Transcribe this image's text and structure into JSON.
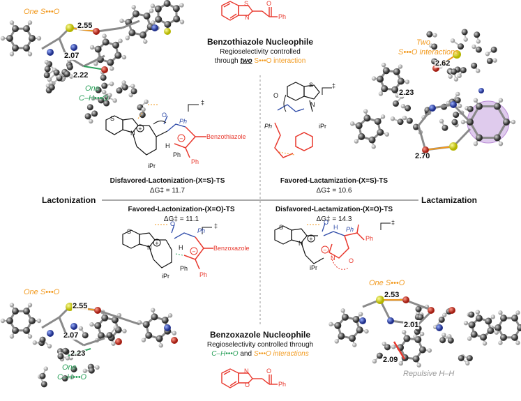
{
  "colors": {
    "orange": "#f29a1f",
    "green": "#2aa05a",
    "red": "#e8372c",
    "blue": "#2d4aa8",
    "gray": "#999999",
    "purple": "#b98bd6",
    "sulfur": "#e5e52a",
    "oxygen": "#e23a2a",
    "nitrogen": "#3b55c8"
  },
  "top_center": {
    "nucleophile_title": "Benzothiazole Nucleophile",
    "subtitle_line1": "Regioselectivity controlled",
    "subtitle_line2_prefix": "through ",
    "subtitle_line2_emph": "two",
    "subtitle_line2_suffix": " S•••O interaction",
    "struct_ph": "Ph",
    "struct_o": "O",
    "struct_s": "S",
    "struct_n": "N"
  },
  "bottom_center": {
    "nucleophile_title": "Benzoxazole Nucleophile",
    "subtitle_line1": "Regioselectivity controlled through",
    "subtitle_line2_a": "C–H•••O",
    "subtitle_line2_mid": " and ",
    "subtitle_line2_b": "S•••O interactions",
    "struct_ph": "Ph",
    "struct_o": "O",
    "struct_n": "N"
  },
  "top_left": {
    "interaction1": "One S•••O",
    "interaction2_line1": "One",
    "interaction2_line2": "C–H•••O",
    "d1": "2.55",
    "d2": "2.07",
    "d3": "2.22",
    "ts_name": "Disfavored-Lactonization-(X=S)-TS",
    "dg": "ΔG‡ = 11.7",
    "struct_label": "Benzothiazole",
    "struct_ph1": "Ph",
    "struct_ph2": "Ph",
    "struct_ph3": "Ph",
    "struct_ipr": "iPr",
    "struct_h": "H",
    "ddagger": "‡"
  },
  "top_right": {
    "interaction_line1": "Two",
    "interaction_line2": "S•••O interactions",
    "d1": "2.62",
    "d2": "2.23",
    "d3": "2.70",
    "ts_name": "Favored-Lactamization-(X=S)-TS",
    "dg": "ΔG‡ = 10.6",
    "struct_ph": "Ph",
    "struct_ipr": "iPr",
    "struct_s": "S",
    "struct_n": "N",
    "struct_o": "O",
    "ddagger": "‡"
  },
  "middle": {
    "left_label": "Lactonization",
    "right_label": "Lactamization"
  },
  "bottom_left": {
    "ts_name": "Favored-Lactonization-(X=O)-TS",
    "dg": "ΔG‡ = 11.1",
    "interaction1": "One S•••O",
    "interaction2_line1": "One",
    "interaction2_line2": "C–H•••O",
    "d1": "2.55",
    "d2": "2.07",
    "d3": "2.23",
    "struct_label": "Benzoxazole",
    "struct_ph1": "Ph",
    "struct_ph2": "Ph",
    "struct_ph3": "Ph",
    "struct_ipr": "iPr",
    "struct_h": "H",
    "ddagger": "‡"
  },
  "bottom_right": {
    "ts_name": "Disfavored-Lactamization-(X=O)-TS",
    "dg": "ΔG‡ = 14.3",
    "interaction1": "One S•••O",
    "repulsive": "Repulsive H–H",
    "d1": "2.53",
    "d2": "2.01",
    "d3": "2.09",
    "struct_ph1": "Ph",
    "struct_ph2": "Ph",
    "struct_ipr": "iPr",
    "struct_h": "H",
    "struct_n": "N",
    "struct_o": "O",
    "ddagger": "‡"
  }
}
